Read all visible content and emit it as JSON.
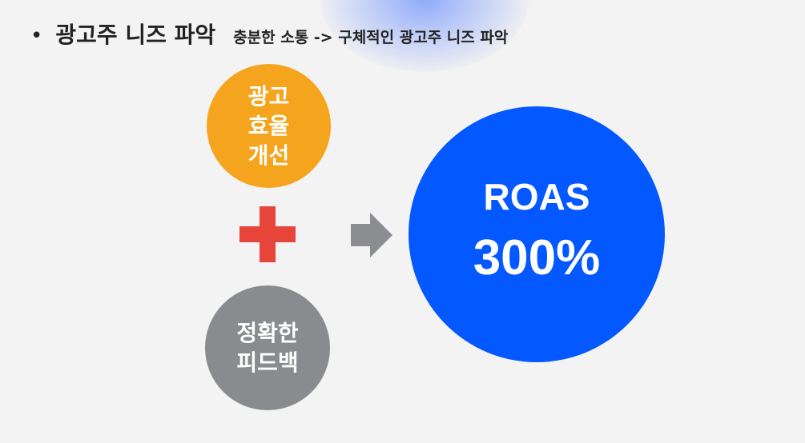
{
  "header": {
    "bullet": "•",
    "title": "광고주 니즈 파악",
    "subtitle": "충분한 소통 -> 구체적인 광고주 니즈 파악"
  },
  "diagram": {
    "left_top": {
      "label": "광고\n효율\n개선",
      "color": "#f5a51d"
    },
    "plus_color": "#e8453a",
    "left_bottom": {
      "label": "정확한\n피드백",
      "color": "#898b8f"
    },
    "arrow_color": "#8c8d91",
    "result": {
      "title": "ROAS",
      "value": "300%",
      "color": "#0458ff"
    }
  },
  "icons": {
    "plus": "plus-icon",
    "arrow": "arrow-right-icon"
  }
}
